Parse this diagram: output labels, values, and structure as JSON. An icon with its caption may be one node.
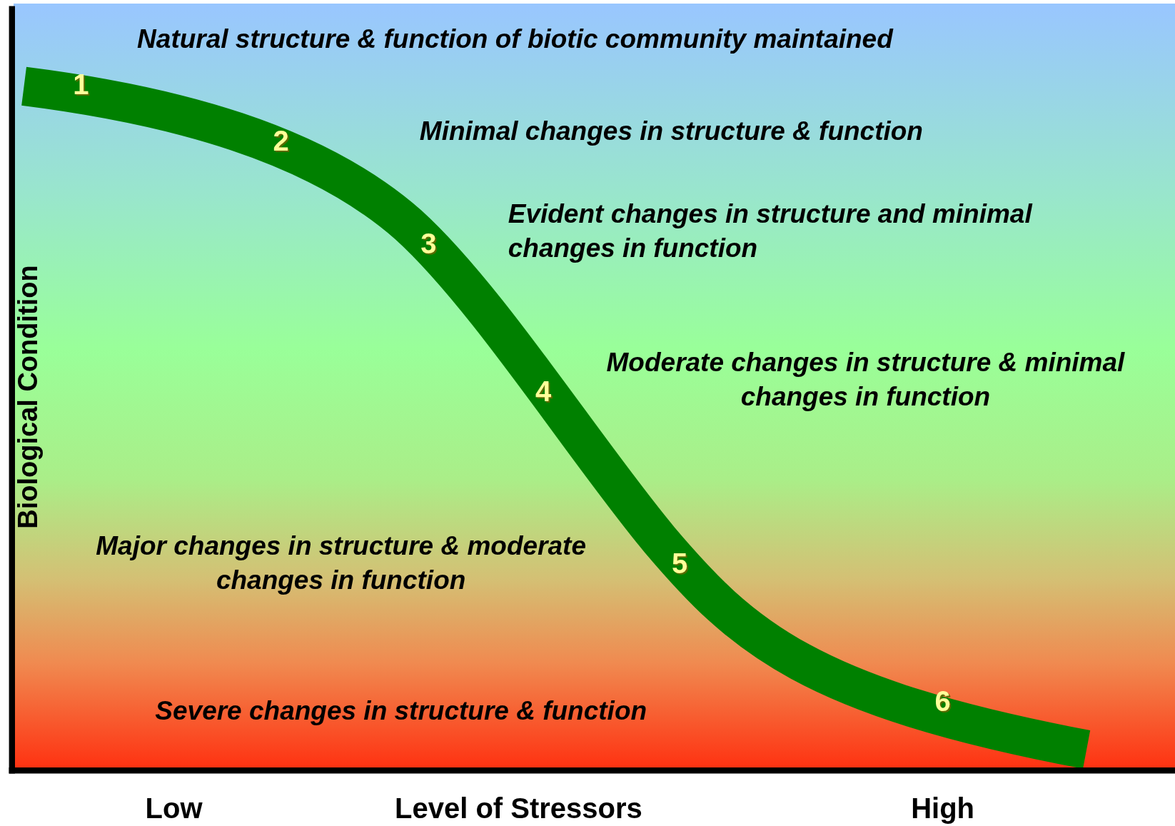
{
  "diagram": {
    "labels": [
      "Natural structure & function of biotic community maintained",
      "1",
      "Minimal changes in structure & function",
      "2",
      "Evident changes in structure and minimal changes in function",
      "3",
      "Moderate changes in structure & minimal changes in function",
      "4",
      "Major changes in structure & moderate changes in function",
      "5",
      "6",
      "Severe changes in structure & function",
      "Biological Condition",
      "Low",
      "Level of Stressors",
      "High"
    ]
  }
}
